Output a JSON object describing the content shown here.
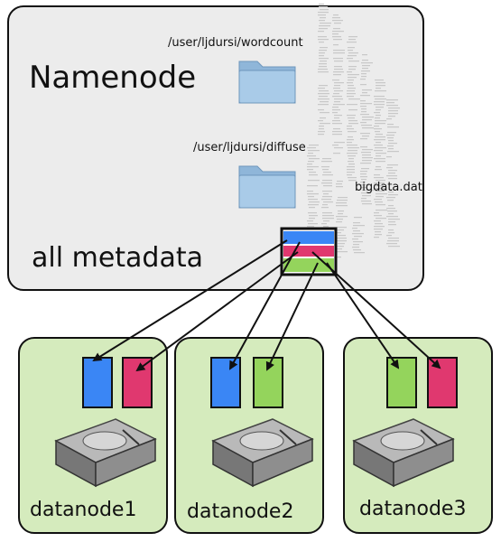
{
  "namenode": {
    "title": "Namenode",
    "metadata_label": "all metadata",
    "paths": [
      "/user/ljdursi/wordcount",
      "/user/ljdursi/diffuse"
    ],
    "file": "bigdata.dat"
  },
  "datanodes": [
    {
      "label": "datanode1",
      "blocks": [
        "blue",
        "pink"
      ]
    },
    {
      "label": "datanode2",
      "blocks": [
        "blue",
        "green"
      ]
    },
    {
      "label": "datanode3",
      "blocks": [
        "green",
        "pink"
      ]
    }
  ],
  "colors": {
    "block_blue": "#3a86f5",
    "block_pink": "#e0386f",
    "block_green": "#94d45c",
    "namenode_bg": "#ececec",
    "datanode_bg": "#d5ebbd"
  },
  "icons": [
    "folder-icon",
    "folder-icon",
    "document-icon",
    "hard-drive-icon"
  ]
}
